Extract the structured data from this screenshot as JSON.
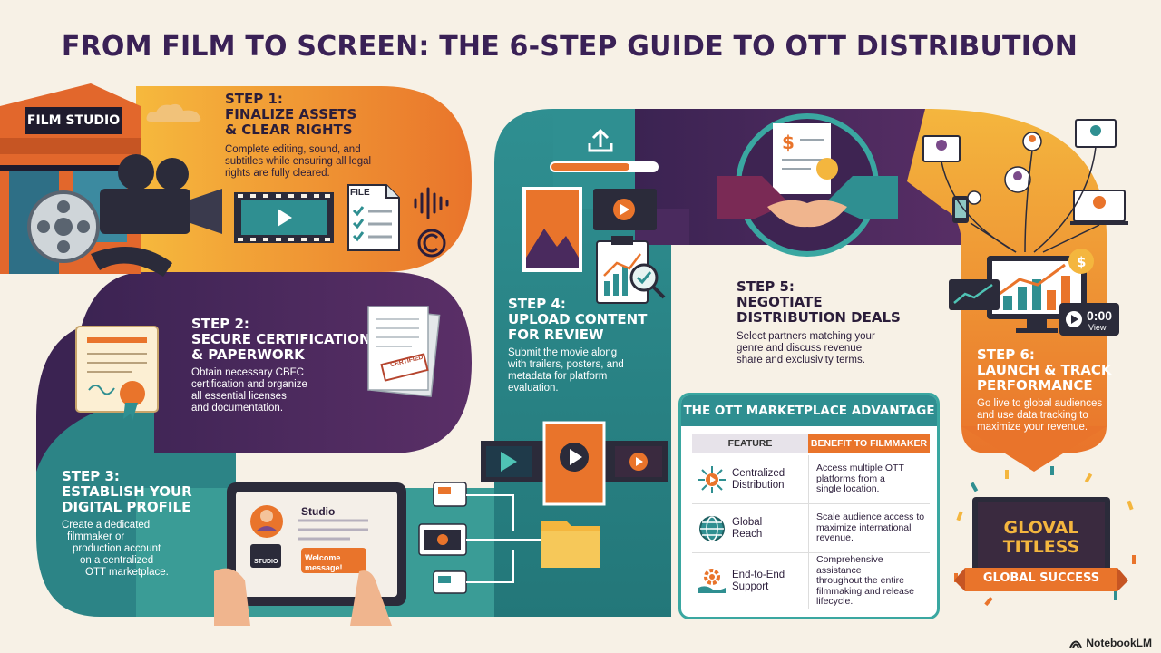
{
  "title": "FROM FILM TO SCREEN: THE 6-STEP GUIDE TO OTT DISTRIBUTION",
  "studio_sign": "FILM STUDIO",
  "steps": [
    {
      "num": "STEP 1:",
      "line1": "FINALIZE ASSETS",
      "line2": "& CLEAR RIGHTS",
      "desc": [
        "Complete editing, sound, and",
        "subtitles while ensuring all legal",
        "rights are fully cleared."
      ]
    },
    {
      "num": "STEP 2:",
      "line1": "SECURE CERTIFICATION",
      "line2": "& PAPERWORK",
      "desc": [
        "Obtain necessary CBFC",
        "certification and organize",
        "all essential licenses",
        "and documentation."
      ]
    },
    {
      "num": "STEP 3:",
      "line1": "ESTABLISH YOUR",
      "line2": "DIGITAL PROFILE",
      "desc": [
        "Create a dedicated",
        "filmmaker or",
        "production account",
        "on a centralized",
        "OTT marketplace."
      ]
    },
    {
      "num": "STEP 4:",
      "line1": "UPLOAD CONTENT",
      "line2": "FOR REVIEW",
      "desc": [
        "Submit the movie along",
        "with trailers, posters, and",
        "metadata for platform",
        "evaluation."
      ]
    },
    {
      "num": "STEP 5:",
      "line1": "NEGOTIATE",
      "line2": "DISTRIBUTION DEALS",
      "desc": [
        "Select partners matching your",
        "genre and discuss revenue",
        "share and exclusivity terms."
      ]
    },
    {
      "num": "STEP 6:",
      "line1": "LAUNCH & TRACK",
      "line2": "PERFORMANCE",
      "desc": [
        "Go live to global audiences",
        "and use data tracking to",
        "maximize your revenue."
      ]
    }
  ],
  "file_label": "FILE",
  "stamp_text": "CERTIFIED",
  "tablet": {
    "studio_title": "Studio",
    "logo_label": "STUDIO",
    "welcome": "Welcome message!"
  },
  "views": {
    "count": "0:00",
    "label": "View"
  },
  "marketplace": {
    "title": "THE OTT MARKETPLACE ADVANTAGE",
    "col_feature": "FEATURE",
    "col_benefit": "BENEFIT TO FILMMAKER",
    "rows": [
      {
        "icon": "network-icon",
        "feature": [
          "Centralized",
          "Distribution"
        ],
        "benefit": [
          "Access multiple OTT",
          "platforms from a",
          "single location."
        ]
      },
      {
        "icon": "globe-icon",
        "feature": [
          "Global",
          "Reach"
        ],
        "benefit": [
          "Scale audience access to",
          "maximize international",
          "revenue."
        ]
      },
      {
        "icon": "support-gear-icon",
        "feature": [
          "End-to-End",
          "Support"
        ],
        "benefit": [
          "Comprehensive assistance",
          "throughout the entire",
          "filmmaking and release",
          "lifecycle."
        ]
      }
    ]
  },
  "success_board": {
    "line1": "GLOVAL",
    "line2": "TITLESS",
    "ribbon": "GLOBAL SUCCESS"
  },
  "brand": "NotebookLM",
  "colors": {
    "teal": "#2f8f91",
    "purple": "#4a2a5e",
    "orange": "#e9742b",
    "yellow": "#f4b63e",
    "cream": "#f7f1e6"
  }
}
